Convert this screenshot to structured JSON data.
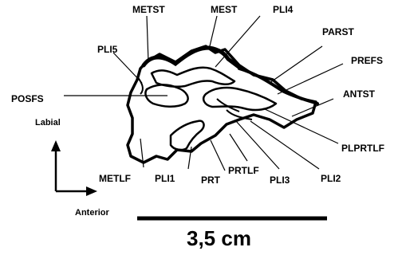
{
  "labels": {
    "metst": "METST",
    "mest": "MEST",
    "pli4": "PLI4",
    "parst": "PARST",
    "prefs": "PREFS",
    "antst": "ANTST",
    "pli5": "PLI5",
    "posfs": "POSFS",
    "plprtlf": "PLPRTLF",
    "metlf": "METLF",
    "pli1": "PLI1",
    "prt": "PRT",
    "prtlf": "PRTLF",
    "pli3": "PLI3",
    "pli2": "PLI2"
  },
  "orientation": {
    "labial": "Labial",
    "anterior": "Anterior"
  },
  "scale": {
    "text": "3,5 cm"
  }
}
